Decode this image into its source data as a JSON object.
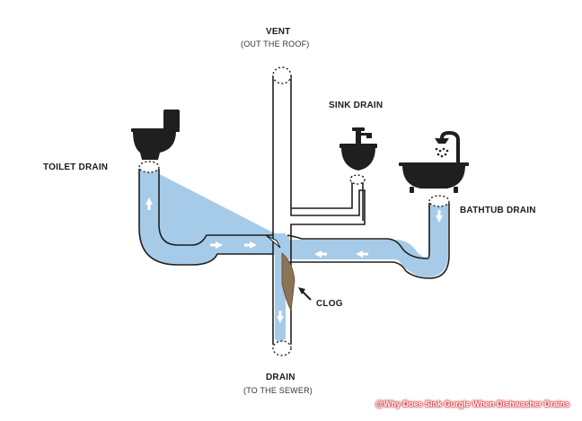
{
  "labels": {
    "vent": "VENT",
    "vent_sub": "(OUT THE ROOF)",
    "sink_drain": "SINK DRAIN",
    "toilet_drain": "TOILET DRAIN",
    "bathtub_drain": "BATHTUB DRAIN",
    "clog": "CLOG",
    "drain": "DRAIN",
    "drain_sub": "(TO THE SEWER)"
  },
  "caption": "@Why Does Sink Gurgle When Dishwasher Drains",
  "colors": {
    "water": "#a6cbe8",
    "pipe_outline": "#1f1f1f",
    "arrow": "#ffffff",
    "clog": "#8b7355",
    "caption": "#d1262a"
  },
  "icons": [
    "toilet-icon",
    "sink-icon",
    "bathtub-icon",
    "faucet-icon",
    "shower-head-icon"
  ]
}
